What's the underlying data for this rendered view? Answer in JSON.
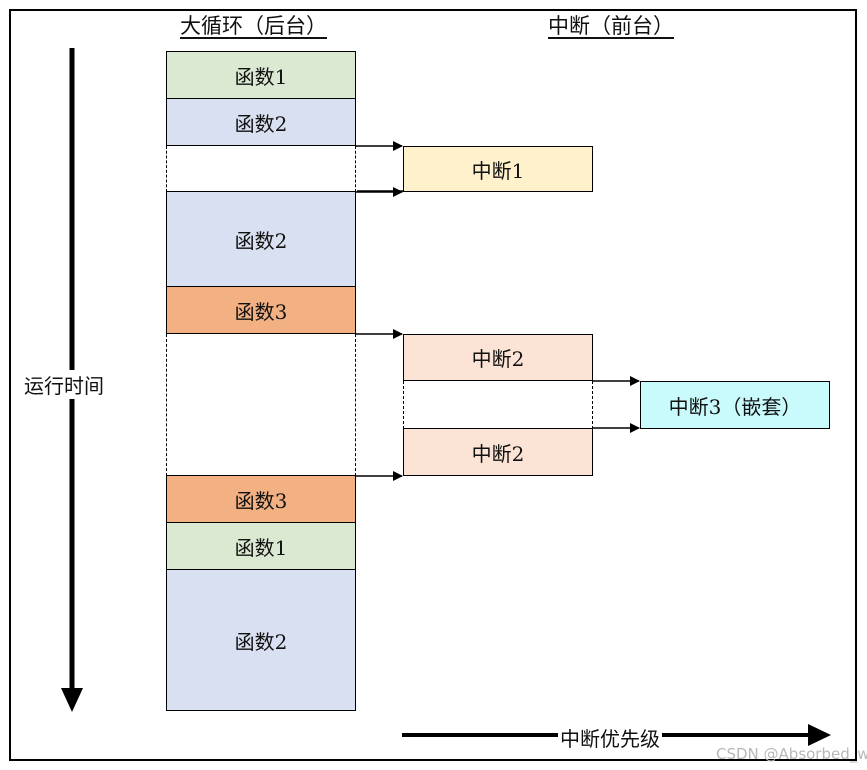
{
  "headers": {
    "background": "大循环（后台）",
    "foreground": "中断（前台）"
  },
  "axis": {
    "time_label": "运行时间",
    "priority_label": "中断优先级"
  },
  "background_blocks": [
    {
      "label": "函数1",
      "color": "#dbe9d3"
    },
    {
      "label": "函数2",
      "color": "#d9e0f1"
    },
    {
      "label": "",
      "color": "#ffffff"
    },
    {
      "label": "函数2",
      "color": "#d9e0f1"
    },
    {
      "label": "函数3",
      "color": "#f3b183"
    },
    {
      "label": "",
      "color": "#ffffff"
    },
    {
      "label": "函数3",
      "color": "#f3b183"
    },
    {
      "label": "函数1",
      "color": "#dbe9d3"
    },
    {
      "label": "函数2",
      "color": "#d9e0f1"
    }
  ],
  "interrupts": [
    {
      "label": "中断1",
      "color": "#fff1cc"
    },
    {
      "label": "中断2",
      "color": "#fbe4d5"
    },
    {
      "label": "中断2",
      "color": "#fbe4d5"
    },
    {
      "label": "中断3（嵌套）",
      "color": "#c9fbfd"
    }
  ],
  "watermark": "CSDN @Absorbed_w"
}
